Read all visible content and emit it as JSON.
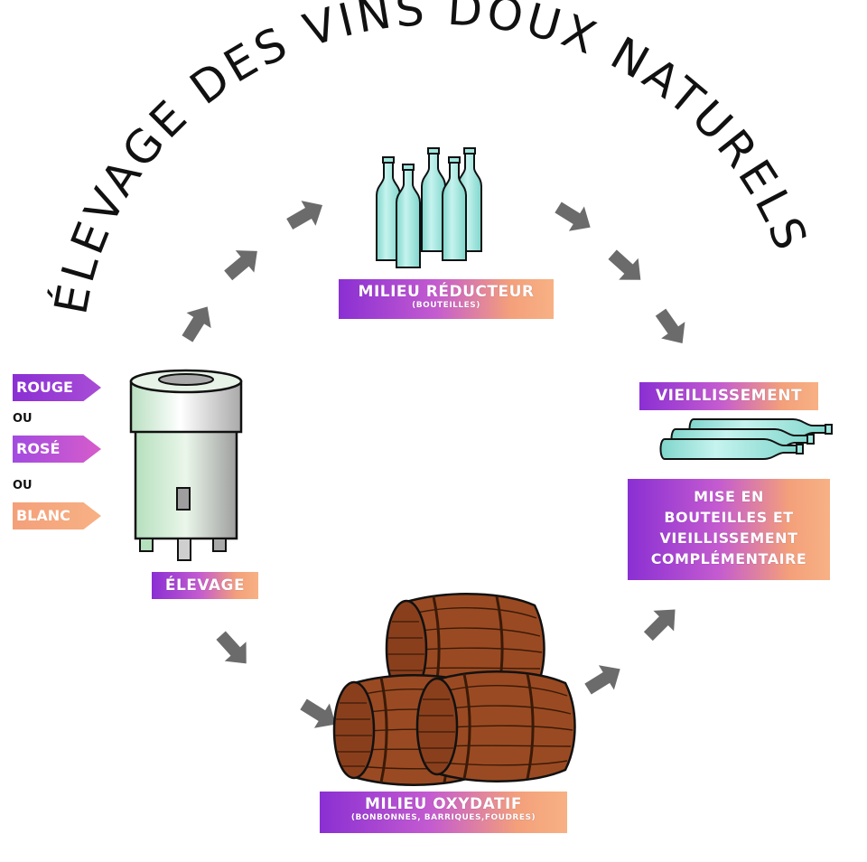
{
  "title": "ÉLEVAGE DES VINS DOUX NATURELS",
  "inputs": {
    "rouge": "ROUGE",
    "ou_1": "OU",
    "rose": "ROSÉ",
    "ou_2": "OU",
    "blanc": "BLANC"
  },
  "elevage": {
    "label": "ÉLEVAGE"
  },
  "reducteur": {
    "label": "MILIEU RÉDUCTEUR",
    "sub": "(BOUTEILLES)"
  },
  "oxydatif": {
    "label": "MILIEU OXYDATIF",
    "sub": "(BONBONNES, BARRIQUES,FOUDRES)"
  },
  "vieillissement": {
    "label": "VIEILLISSEMENT"
  },
  "mise": {
    "line1": "MISE EN",
    "line2": "BOUTEILLES ET",
    "line3": "VIEILLISSEMENT",
    "line4": "COMPLÉMENTAIRE"
  },
  "colors": {
    "label_start": "#8a2fd3",
    "label_end": "#f7b184",
    "arrow": "#6b6b6b",
    "bottle": "#9fe6de",
    "barrel": "#9a4a22",
    "tank": "#c9e6cf"
  }
}
